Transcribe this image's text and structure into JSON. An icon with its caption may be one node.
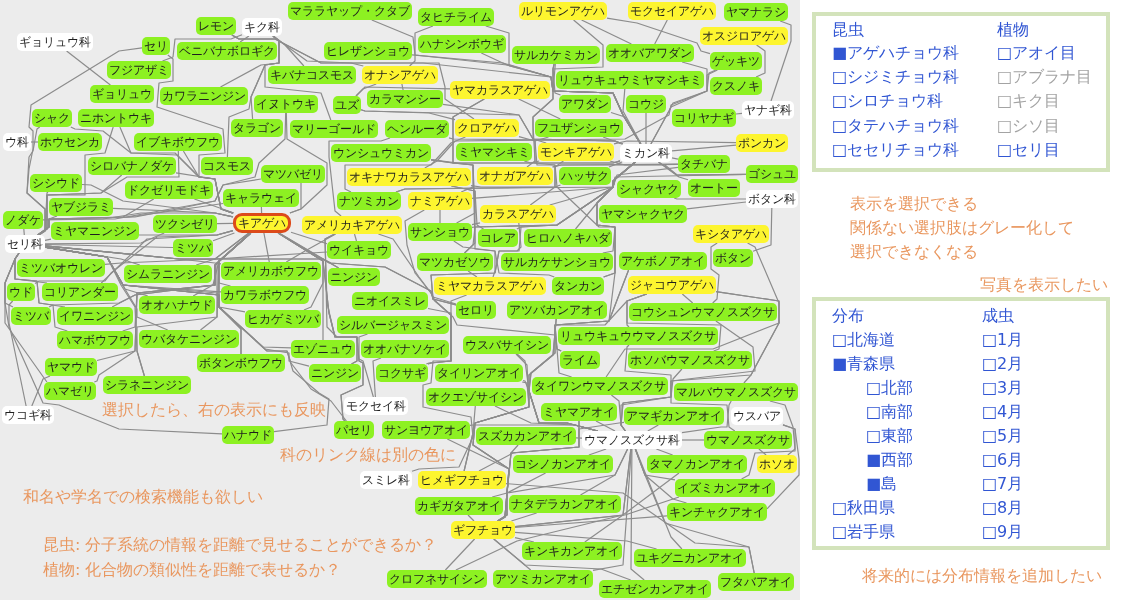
{
  "diagram": {
    "nodes": [
      {
        "text": [
          "ギョリュウ科"
        ]
      },
      {
        "text": [
          "ギョリュウ"
        ]
      },
      {
        "text": [
          "ウ科"
        ]
      },
      {
        "text": [
          "ホウセンカ"
        ]
      },
      {
        "text": [
          "キク科"
        ]
      },
      {
        "text": [
          "ベニバナボロギク"
        ]
      },
      {
        "text": [
          "フジアザミ"
        ]
      },
      {
        "text": [
          "カワラニンジン"
        ]
      },
      {
        "text": [
          "タラゴン"
        ]
      },
      {
        "text": [
          "キバナコスモス"
        ]
      },
      {
        "text": [
          "コスモス"
        ]
      },
      {
        "text": [
          "マリーゴールド"
        ]
      },
      {
        "text": [
          "ニホントウキ"
        ]
      },
      {
        "text": [
          "セリ"
        ]
      },
      {
        "text": [
          "イヌトウキ"
        ]
      },
      {
        "text": [
          "イブキボウフウ"
        ]
      },
      {
        "text": [
          "ミツバ"
        ]
      },
      {
        "text": [
          "シロバナノダケ"
        ]
      },
      {
        "text": [
          "マツバゼリ"
        ]
      },
      {
        "text": [
          "シシウド"
        ]
      },
      {
        "text": [
          "ドクゼリモドキ"
        ]
      },
      {
        "text": [
          "シャク"
        ]
      },
      {
        "text": [
          "ヤブジラミ"
        ]
      },
      {
        "text": [
          "ツクシゼリ"
        ]
      },
      {
        "text": [
          "キャラウェイ"
        ]
      },
      {
        "text": [
          "ウド"
        ]
      },
      {
        "text": [
          "キアゲハ"
        ]
      },
      {
        "text": [
          "ミヤマニンジン"
        ]
      },
      {
        "text": [
          "ウイキョウ"
        ]
      },
      {
        "text": [
          "ミツバオウレン"
        ]
      },
      {
        "text": [
          "セロリ"
        ]
      },
      {
        "text": [
          "セリ科"
        ]
      },
      {
        "text": [
          "ノダケ"
        ]
      },
      {
        "text": [
          "ミツバ"
        ]
      },
      {
        "text": [
          "アメリカボウフウ"
        ]
      },
      {
        "text": [
          "コリアンダー"
        ]
      },
      {
        "text": [
          "シムラニンジン"
        ]
      },
      {
        "text": [
          "パセリ"
        ]
      },
      {
        "text": [
          "イワニンジン"
        ]
      },
      {
        "text": [
          "オオハナウド"
        ]
      },
      {
        "text": [
          "カワラボウフウ"
        ]
      },
      {
        "text": [
          "ハマボウフウ"
        ]
      },
      {
        "text": [
          "ウバタケニンジン"
        ]
      },
      {
        "text": [
          "ヒカゲミツバ"
        ]
      },
      {
        "text": [
          "エゾニュウ"
        ]
      },
      {
        "text": [
          "ニンジン"
        ]
      },
      {
        "text": [
          "ヤマウド"
        ]
      },
      {
        "text": [
          "ハマゼリ"
        ]
      },
      {
        "text": [
          "ニンジン"
        ]
      },
      {
        "text": [
          "ボタンボウフウ"
        ]
      },
      {
        "text": [
          "シラネニンジン"
        ]
      },
      {
        "text": [
          "ハナウド"
        ]
      },
      {
        "text": [
          "ウコギ科"
        ]
      },
      {
        "text": [
          "アメリカキアゲハ"
        ]
      },
      {
        "text": [
          "マララヤップ・クタブ"
        ]
      },
      {
        "text": [
          "タヒチライム"
        ]
      },
      {
        "text": [
          "アワダン"
        ]
      },
      {
        "text": [
          "オナシアゲハ"
        ]
      },
      {
        "text": [
          "ハナシンボウギ"
        ]
      },
      {
        "text": [
          "コウジ"
        ]
      },
      {
        "text": [
          "ヒレザンショウ"
        ]
      },
      {
        "text": [
          "カラマンシー"
        ]
      },
      {
        "text": [
          "サルカケミカン"
        ]
      },
      {
        "text": [
          "レモン"
        ]
      },
      {
        "text": [
          "ユズ"
        ]
      },
      {
        "text": [
          "ヤマカラスアゲハ"
        ]
      },
      {
        "text": [
          "ハッサク"
        ]
      },
      {
        "text": [
          "ヘンルーダ"
        ]
      },
      {
        "text": [
          "ミヤマシキミ"
        ]
      },
      {
        "text": [
          "ミカン科"
        ]
      },
      {
        "text": [
          "モンキアゲハ"
        ]
      },
      {
        "text": [
          "クロアゲハ"
        ]
      },
      {
        "text": [
          "ナツミカン"
        ]
      },
      {
        "text": [
          "ウンシュウミカン"
        ]
      },
      {
        "text": [
          "カラスアゲハ"
        ]
      },
      {
        "text": [
          "オキナワカラスアゲハ"
        ]
      },
      {
        "text": [
          "ナミアゲハ"
        ]
      },
      {
        "text": [
          "オナガアゲハ"
        ]
      },
      {
        "text": [
          "タンカン"
        ]
      },
      {
        "text": [
          "サンショウ"
        ]
      },
      {
        "text": [
          "タチバナ"
        ]
      },
      {
        "text": [
          "コレア"
        ]
      },
      {
        "text": [
          "コクサギ"
        ]
      },
      {
        "text": [
          "ライム"
        ]
      },
      {
        "text": [
          "マツカゼソウ"
        ]
      },
      {
        "text": [
          "ミヤマカラスアゲハ"
        ]
      },
      {
        "text": [
          "ルリモンアゲハ"
        ]
      },
      {
        "text": [
          "ゲッキツ"
        ]
      },
      {
        "text": [
          "クスノキ"
        ]
      },
      {
        "text": [
          "モクセイアゲハ"
        ]
      },
      {
        "text": [
          "ヤマナラシ"
        ]
      },
      {
        "text": [
          "オオバアワダン"
        ]
      },
      {
        "text": [
          "オスジロアゲハ"
        ]
      },
      {
        "text": [
          "ヤナギ科"
        ]
      },
      {
        "text": [
          "ポンカン"
        ]
      },
      {
        "text": [
          "リュウキュウミヤマシキミ"
        ]
      },
      {
        "text": [
          "コリヤナギ"
        ]
      },
      {
        "text": [
          "オートー"
        ]
      },
      {
        "text": [
          "フユザンショウ"
        ]
      },
      {
        "text": [
          "ボタン"
        ]
      },
      {
        "text": [
          "ゴシュユ"
        ]
      },
      {
        "text": [
          "シャクヤク"
        ]
      },
      {
        "text": [
          "ボタン科"
        ]
      },
      {
        "text": [
          "ヤマシャクヤク"
        ]
      },
      {
        "text": [
          "キシタアゲハ"
        ]
      },
      {
        "text": [
          "ジャコウアゲハ"
        ]
      },
      {
        "text": [
          "シルバージャスミン"
        ]
      },
      {
        "text": [
          "ニオイスミレ"
        ]
      },
      {
        "text": [
          "オオバナソケイ"
        ]
      },
      {
        "text": [
          "ウスバサイシン"
        ]
      },
      {
        "text": [
          "オクエゾサイシン"
        ]
      },
      {
        "text": [
          "モクセイ科"
        ]
      },
      {
        "text": [
          "スミレ科"
        ]
      },
      {
        "text": [
          "アツバカンアオイ"
        ]
      },
      {
        "text": [
          "アケボノアオイ"
        ]
      },
      {
        "text": [
          "コウシュンウマノスズクサ"
        ]
      },
      {
        "text": [
          "タイワンウマノスズクサ"
        ]
      },
      {
        "text": [
          "ウマノスズクサ"
        ]
      },
      {
        "text": [
          "タイリンアオイ"
        ]
      },
      {
        "text": [
          "マルバウマノスズクサ"
        ]
      },
      {
        "text": [
          "アマギカンアオイ"
        ]
      },
      {
        "text": [
          "ヒメギフチョウ"
        ]
      },
      {
        "text": [
          "ホソオ"
        ]
      },
      {
        "text": [
          "ウマノスズクサ科"
        ]
      },
      {
        "text": [
          "スズカカンアオイ"
        ]
      },
      {
        "text": [
          "タマノカンアオイ"
        ]
      },
      {
        "text": [
          "コシノカンアオイ"
        ]
      },
      {
        "text": [
          "ギフチョウ"
        ]
      },
      {
        "text": [
          "カギガタアオイ"
        ]
      },
      {
        "text": [
          "イズミカンアオイ"
        ]
      },
      {
        "text": [
          "ナタデラカンアオイ"
        ]
      },
      {
        "text": [
          "フタバアオイ"
        ]
      },
      {
        "text": [
          "キンチャクアオイ"
        ]
      },
      {
        "text": [
          "ミヤマアオイ"
        ]
      },
      {
        "text": [
          "ウスバア"
        ]
      },
      {
        "text": [
          "キンキカンアオイ"
        ]
      },
      {
        "text": [
          "サンヨウアオイ"
        ]
      },
      {
        "text": [
          "アツミカンアオイ"
        ]
      },
      {
        "text": [
          "クロフネサイシン"
        ]
      },
      {
        "text": [
          "ユキグニカンアオイ"
        ]
      },
      {
        "text": [
          "エチゼンカンアオイ"
        ]
      },
      {
        "text": [
          "サルカケサンショウ"
        ]
      },
      {
        "text": [
          "ヒロハノキハダ"
        ]
      },
      {
        "text": [
          "リュウキュウウマノスズクサ"
        ]
      },
      {
        "text": [
          "ホソバウマノスズクサ"
        ]
      },
      {
        "text": [
          "昆虫",
          "■アゲハチョウ科",
          "□シジミチョウ科",
          "□シロチョウ科",
          "□タテハチョウ科",
          "□セセリチョウ科",
          "植物",
          "□アオイ目",
          "□アブラナ目",
          "□キク目",
          "□シソ目",
          "□セリ目"
        ]
      },
      {
        "text": [
          "分布",
          "□北海道",
          "■青森県",
          "□北部",
          "□南部",
          "□東部",
          "■西部",
          "■島",
          "□秋田県",
          "□岩手県",
          "成虫",
          "□1月",
          "□2月",
          "□3月",
          "□4月",
          "□5月",
          "□6月",
          "□7月",
          "□8月",
          "□9月"
        ]
      }
    ],
    "edges": [
      {
        "from": 0,
        "to": 1,
        "arrow": "none"
      },
      {
        "from": 2,
        "to": 3,
        "arrow": "none"
      },
      {
        "from": 4,
        "to": 5,
        "arrow": "none"
      },
      {
        "from": 4,
        "to": 6,
        "arrow": "none"
      },
      {
        "from": 4,
        "to": 7,
        "arrow": "none"
      },
      {
        "from": 4,
        "to": 8,
        "arrow": "none"
      },
      {
        "from": 4,
        "to": 9,
        "arrow": "none"
      },
      {
        "from": 4,
        "to": 10,
        "arrow": "none"
      },
      {
        "from": 4,
        "to": 11,
        "arrow": "none"
      },
      {
        "from": 26,
        "to": 12,
        "arrow": "none"
      },
      {
        "from": 26,
        "to": 13,
        "arrow": "none"
      },
      {
        "from": 26,
        "to": 14,
        "arrow": "none"
      },
      {
        "from": 26,
        "to": 15,
        "arrow": "none"
      },
      {
        "from": 26,
        "to": 16,
        "arrow": "none"
      },
      {
        "from": 26,
        "to": 17,
        "arrow": "none"
      },
      {
        "from": 26,
        "to": 18,
        "arrow": "none"
      },
      {
        "from": 26,
        "to": 19,
        "arrow": "none"
      },
      {
        "from": 26,
        "to": 20,
        "arrow": "none"
      },
      {
        "from": 26,
        "to": 21,
        "arrow": "none"
      },
      {
        "from": 26,
        "to": 22,
        "arrow": "none"
      },
      {
        "from": 26,
        "to": 23,
        "arrow": "none"
      },
      {
        "from": 26,
        "to": 24,
        "arrow": "none"
      },
      {
        "from": 26,
        "to": 25,
        "arrow": "none"
      },
      {
        "from": 26,
        "to": 27,
        "arrow": "none"
      },
      {
        "from": 26,
        "to": 28,
        "arrow": "none"
      },
      {
        "from": 26,
        "to": 29,
        "arrow": "none"
      },
      {
        "from": 26,
        "to": 30,
        "arrow": "none"
      },
      {
        "from": 26,
        "to": 32,
        "arrow": "none"
      },
      {
        "from": 26,
        "to": 33,
        "arrow": "none"
      },
      {
        "from": 26,
        "to": 34,
        "arrow": "none"
      },
      {
        "from": 26,
        "to": 35,
        "arrow": "none"
      },
      {
        "from": 26,
        "to": 36,
        "arrow": "none"
      },
      {
        "from": 26,
        "to": 37,
        "arrow": "none"
      },
      {
        "from": 26,
        "to": 38,
        "arrow": "none"
      },
      {
        "from": 26,
        "to": 39,
        "arrow": "none"
      },
      {
        "from": 26,
        "to": 40,
        "arrow": "none"
      },
      {
        "from": 26,
        "to": 41,
        "arrow": "none"
      },
      {
        "from": 26,
        "to": 42,
        "arrow": "none"
      },
      {
        "from": 26,
        "to": 43,
        "arrow": "none"
      },
      {
        "from": 26,
        "to": 44,
        "arrow": "none"
      },
      {
        "from": 26,
        "to": 45,
        "arrow": "none"
      },
      {
        "from": 26,
        "to": 46,
        "arrow": "none"
      },
      {
        "from": 26,
        "to": 47,
        "arrow": "none"
      },
      {
        "from": 26,
        "to": 48,
        "arrow": "none"
      },
      {
        "from": 26,
        "to": 49,
        "arrow": "none"
      },
      {
        "from": 26,
        "to": 50,
        "arrow": "none"
      },
      {
        "from": 26,
        "to": 51,
        "arrow": "none"
      },
      {
        "from": 31,
        "to": 12,
        "arrow": "none"
      },
      {
        "from": 31,
        "to": 13,
        "arrow": "none"
      },
      {
        "from": 31,
        "to": 14,
        "arrow": "none"
      },
      {
        "from": 31,
        "to": 15,
        "arrow": "none"
      },
      {
        "from": 31,
        "to": 16,
        "arrow": "none"
      },
      {
        "from": 31,
        "to": 17,
        "arrow": "none"
      },
      {
        "from": 31,
        "to": 18,
        "arrow": "none"
      },
      {
        "from": 31,
        "to": 19,
        "arrow": "none"
      },
      {
        "from": 31,
        "to": 20,
        "arrow": "none"
      },
      {
        "from": 31,
        "to": 21,
        "arrow": "none"
      },
      {
        "from": 31,
        "to": 22,
        "arrow": "none"
      },
      {
        "from": 31,
        "to": 23,
        "arrow": "none"
      },
      {
        "from": 31,
        "to": 24,
        "arrow": "none"
      },
      {
        "from": 31,
        "to": 27,
        "arrow": "none"
      },
      {
        "from": 31,
        "to": 28,
        "arrow": "none"
      },
      {
        "from": 31,
        "to": 30,
        "arrow": "none"
      },
      {
        "from": 31,
        "to": 32,
        "arrow": "none"
      },
      {
        "from": 31,
        "to": 33,
        "arrow": "none"
      },
      {
        "from": 31,
        "to": 34,
        "arrow": "none"
      },
      {
        "from": 31,
        "to": 35,
        "arrow": "none"
      },
      {
        "from": 31,
        "to": 36,
        "arrow": "none"
      },
      {
        "from": 31,
        "to": 37,
        "arrow": "none"
      },
      {
        "from": 31,
        "to": 38,
        "arrow": "none"
      },
      {
        "from": 31,
        "to": 39,
        "arrow": "none"
      },
      {
        "from": 31,
        "to": 40,
        "arrow": "none"
      },
      {
        "from": 31,
        "to": 41,
        "arrow": "none"
      },
      {
        "from": 31,
        "to": 42,
        "arrow": "none"
      },
      {
        "from": 31,
        "to": 43,
        "arrow": "none"
      },
      {
        "from": 31,
        "to": 44,
        "arrow": "none"
      },
      {
        "from": 31,
        "to": 45,
        "arrow": "none"
      },
      {
        "from": 31,
        "to": 47,
        "arrow": "none"
      },
      {
        "from": 31,
        "to": 48,
        "arrow": "none"
      },
      {
        "from": 31,
        "to": 49,
        "arrow": "none"
      },
      {
        "from": 31,
        "to": 50,
        "arrow": "none"
      },
      {
        "from": 31,
        "to": 51,
        "arrow": "none"
      },
      {
        "from": 52,
        "to": 46,
        "arrow": "none"
      },
      {
        "from": 52,
        "to": 25,
        "arrow": "none"
      },
      {
        "from": 53,
        "to": 28,
        "arrow": "none"
      },
      {
        "from": 53,
        "to": 30,
        "arrow": "none"
      },
      {
        "from": 53,
        "to": 34,
        "arrow": "none"
      },
      {
        "from": 53,
        "to": 37,
        "arrow": "none"
      },
      {
        "from": 53,
        "to": 45,
        "arrow": "none"
      },
      {
        "from": 53,
        "to": 67,
        "arrow": "none"
      },
      {
        "from": 69,
        "to": 54,
        "arrow": "none"
      },
      {
        "from": 69,
        "to": 55,
        "arrow": "none"
      },
      {
        "from": 69,
        "to": 56,
        "arrow": "none"
      },
      {
        "from": 69,
        "to": 58,
        "arrow": "none"
      },
      {
        "from": 69,
        "to": 59,
        "arrow": "none"
      },
      {
        "from": 69,
        "to": 60,
        "arrow": "none"
      },
      {
        "from": 69,
        "to": 61,
        "arrow": "none"
      },
      {
        "from": 69,
        "to": 62,
        "arrow": "none"
      },
      {
        "from": 69,
        "to": 63,
        "arrow": "none"
      },
      {
        "from": 69,
        "to": 64,
        "arrow": "none"
      },
      {
        "from": 69,
        "to": 66,
        "arrow": "none"
      },
      {
        "from": 69,
        "to": 67,
        "arrow": "none"
      },
      {
        "from": 69,
        "to": 68,
        "arrow": "none"
      },
      {
        "from": 69,
        "to": 72,
        "arrow": "none"
      },
      {
        "from": 69,
        "to": 73,
        "arrow": "none"
      },
      {
        "from": 69,
        "to": 78,
        "arrow": "none"
      },
      {
        "from": 69,
        "to": 79,
        "arrow": "none"
      },
      {
        "from": 69,
        "to": 80,
        "arrow": "none"
      },
      {
        "from": 69,
        "to": 81,
        "arrow": "none"
      },
      {
        "from": 69,
        "to": 82,
        "arrow": "none"
      },
      {
        "from": 69,
        "to": 83,
        "arrow": "none"
      },
      {
        "from": 69,
        "to": 84,
        "arrow": "none"
      },
      {
        "from": 69,
        "to": 87,
        "arrow": "none"
      },
      {
        "from": 69,
        "to": 91,
        "arrow": "none"
      },
      {
        "from": 69,
        "to": 94,
        "arrow": "none"
      },
      {
        "from": 69,
        "to": 95,
        "arrow": "none"
      },
      {
        "from": 69,
        "to": 97,
        "arrow": "none"
      },
      {
        "from": 69,
        "to": 98,
        "arrow": "none"
      },
      {
        "from": 69,
        "to": 100,
        "arrow": "none"
      },
      {
        "from": 57,
        "to": 55,
        "arrow": "none"
      },
      {
        "from": 57,
        "to": 61,
        "arrow": "none"
      },
      {
        "from": 57,
        "to": 63,
        "arrow": "none"
      },
      {
        "from": 57,
        "to": 64,
        "arrow": "none"
      },
      {
        "from": 65,
        "to": 64,
        "arrow": "none"
      },
      {
        "from": 65,
        "to": 79,
        "arrow": "none"
      },
      {
        "from": 65,
        "to": 84,
        "arrow": "none"
      },
      {
        "from": 65,
        "to": 98,
        "arrow": "none"
      },
      {
        "from": 70,
        "to": 62,
        "arrow": "none"
      },
      {
        "from": 70,
        "to": 72,
        "arrow": "none"
      },
      {
        "from": 70,
        "to": 73,
        "arrow": "none"
      },
      {
        "from": 70,
        "to": 80,
        "arrow": "none"
      },
      {
        "from": 70,
        "to": 94,
        "arrow": "none"
      },
      {
        "from": 71,
        "to": 63,
        "arrow": "none"
      },
      {
        "from": 71,
        "to": 64,
        "arrow": "none"
      },
      {
        "from": 71,
        "to": 72,
        "arrow": "none"
      },
      {
        "from": 71,
        "to": 78,
        "arrow": "none"
      },
      {
        "from": 74,
        "to": 79,
        "arrow": "none"
      },
      {
        "from": 74,
        "to": 82,
        "arrow": "none"
      },
      {
        "from": 74,
        "to": 98,
        "arrow": "none"
      },
      {
        "from": 74,
        "to": 100,
        "arrow": "none"
      },
      {
        "from": 75,
        "to": 66,
        "arrow": "none"
      },
      {
        "from": 75,
        "to": 78,
        "arrow": "none"
      },
      {
        "from": 75,
        "to": 81,
        "arrow": "none"
      },
      {
        "from": 75,
        "to": 87,
        "arrow": "none"
      },
      {
        "from": 76,
        "to": 73,
        "arrow": "none"
      },
      {
        "from": 76,
        "to": 79,
        "arrow": "none"
      },
      {
        "from": 76,
        "to": 80,
        "arrow": "none"
      },
      {
        "from": 76,
        "to": 83,
        "arrow": "none"
      },
      {
        "from": 77,
        "to": 62,
        "arrow": "none"
      },
      {
        "from": 77,
        "to": 80,
        "arrow": "none"
      },
      {
        "from": 77,
        "to": 100,
        "arrow": "none"
      },
      {
        "from": 85,
        "to": 82,
        "arrow": "none"
      },
      {
        "from": 85,
        "to": 84,
        "arrow": "none"
      },
      {
        "from": 85,
        "to": 79,
        "arrow": "none"
      },
      {
        "from": 86,
        "to": 56,
        "arrow": "none"
      },
      {
        "from": 86,
        "to": 91,
        "arrow": "none"
      },
      {
        "from": 86,
        "to": 87,
        "arrow": "none"
      },
      {
        "from": 92,
        "to": 88,
        "arrow": "none"
      },
      {
        "from": 89,
        "to": 91,
        "arrow": "none"
      },
      {
        "from": 93,
        "to": 90,
        "arrow": "none"
      },
      {
        "from": 93,
        "to": 96,
        "arrow": "none"
      },
      {
        "from": 102,
        "to": 99,
        "arrow": "none"
      },
      {
        "from": 102,
        "to": 101,
        "arrow": "none"
      },
      {
        "from": 102,
        "to": 103,
        "arrow": "none"
      },
      {
        "from": 111,
        "to": 106,
        "arrow": "none"
      },
      {
        "from": 111,
        "to": 108,
        "arrow": "none"
      },
      {
        "from": 112,
        "to": 107,
        "arrow": "none"
      },
      {
        "from": 123,
        "to": 109,
        "arrow": "none"
      },
      {
        "from": 123,
        "to": 110,
        "arrow": "none"
      },
      {
        "from": 123,
        "to": 113,
        "arrow": "none"
      },
      {
        "from": 123,
        "to": 114,
        "arrow": "none"
      },
      {
        "from": 123,
        "to": 115,
        "arrow": "none"
      },
      {
        "from": 123,
        "to": 116,
        "arrow": "none"
      },
      {
        "from": 123,
        "to": 117,
        "arrow": "none"
      },
      {
        "from": 123,
        "to": 118,
        "arrow": "none"
      },
      {
        "from": 123,
        "to": 119,
        "arrow": "none"
      },
      {
        "from": 123,
        "to": 120,
        "arrow": "none"
      },
      {
        "from": 123,
        "to": 124,
        "arrow": "none"
      },
      {
        "from": 123,
        "to": 125,
        "arrow": "none"
      },
      {
        "from": 123,
        "to": 126,
        "arrow": "none"
      },
      {
        "from": 123,
        "to": 128,
        "arrow": "none"
      },
      {
        "from": 123,
        "to": 129,
        "arrow": "none"
      },
      {
        "from": 123,
        "to": 130,
        "arrow": "none"
      },
      {
        "from": 123,
        "to": 131,
        "arrow": "none"
      },
      {
        "from": 123,
        "to": 132,
        "arrow": "none"
      },
      {
        "from": 123,
        "to": 133,
        "arrow": "none"
      },
      {
        "from": 123,
        "to": 135,
        "arrow": "none"
      },
      {
        "from": 123,
        "to": 136,
        "arrow": "none"
      },
      {
        "from": 123,
        "to": 137,
        "arrow": "none"
      },
      {
        "from": 123,
        "to": 138,
        "arrow": "none"
      },
      {
        "from": 123,
        "to": 139,
        "arrow": "none"
      },
      {
        "from": 123,
        "to": 140,
        "arrow": "none"
      },
      {
        "from": 127,
        "to": 113,
        "arrow": "none"
      },
      {
        "from": 127,
        "to": 114,
        "arrow": "none"
      },
      {
        "from": 127,
        "to": 118,
        "arrow": "none"
      },
      {
        "from": 127,
        "to": 120,
        "arrow": "none"
      },
      {
        "from": 127,
        "to": 124,
        "arrow": "none"
      },
      {
        "from": 127,
        "to": 125,
        "arrow": "none"
      },
      {
        "from": 127,
        "to": 126,
        "arrow": "none"
      },
      {
        "from": 127,
        "to": 128,
        "arrow": "none"
      },
      {
        "from": 127,
        "to": 129,
        "arrow": "none"
      },
      {
        "from": 127,
        "to": 130,
        "arrow": "none"
      },
      {
        "from": 127,
        "to": 132,
        "arrow": "none"
      },
      {
        "from": 127,
        "to": 133,
        "arrow": "none"
      },
      {
        "from": 127,
        "to": 135,
        "arrow": "none"
      },
      {
        "from": 127,
        "to": 136,
        "arrow": "none"
      },
      {
        "from": 127,
        "to": 137,
        "arrow": "none"
      },
      {
        "from": 127,
        "to": 138,
        "arrow": "none"
      },
      {
        "from": 127,
        "to": 139,
        "arrow": "none"
      },
      {
        "from": 127,
        "to": 140,
        "arrow": "none"
      },
      {
        "from": 121,
        "to": 109,
        "arrow": "none"
      },
      {
        "from": 121,
        "to": 110,
        "arrow": "none"
      },
      {
        "from": 121,
        "to": 131,
        "arrow": "none"
      },
      {
        "from": 121,
        "to": 133,
        "arrow": "none"
      },
      {
        "from": 105,
        "to": 115,
        "arrow": "none"
      },
      {
        "from": 105,
        "to": 116,
        "arrow": "none"
      },
      {
        "from": 105,
        "to": 117,
        "arrow": "none"
      },
      {
        "from": 105,
        "to": 119,
        "arrow": "none"
      },
      {
        "from": 104,
        "to": 115,
        "arrow": "none"
      },
      {
        "from": 104,
        "to": 116,
        "arrow": "none"
      },
      {
        "from": 122,
        "to": 117,
        "arrow": "none"
      },
      {
        "from": 122,
        "to": 119,
        "arrow": "none"
      },
      {
        "from": 134,
        "to": 129,
        "arrow": "none"
      },
      {
        "from": 134,
        "to": 132,
        "arrow": "none"
      },
      {
        "from": 69,
        "to": 141,
        "arrow": "none"
      },
      {
        "from": 69,
        "to": 142,
        "arrow": "none"
      },
      {
        "from": 123,
        "to": 143,
        "arrow": "none"
      },
      {
        "from": 123,
        "to": 144,
        "arrow": "none"
      },
      {
        "from": 105,
        "to": 143,
        "arrow": "none"
      },
      {
        "from": 105,
        "to": 144,
        "arrow": "none"
      }
    ],
    "labels": [
      "選択したら、右の表示にも反映",
      "科のリンク線は別の色に",
      "和名や学名での検索機能も欲しい",
      "昆虫: 分子系統の情報を距離で見せることができるか？",
      "植物: 化合物の類似性を距離で表せるか？",
      "表示を選択できる",
      "関係ない選択肢はグレー化して",
      "選択できなくなる",
      "写真を表示したい",
      "将来的には分布情報を追加したい"
    ]
  }
}
